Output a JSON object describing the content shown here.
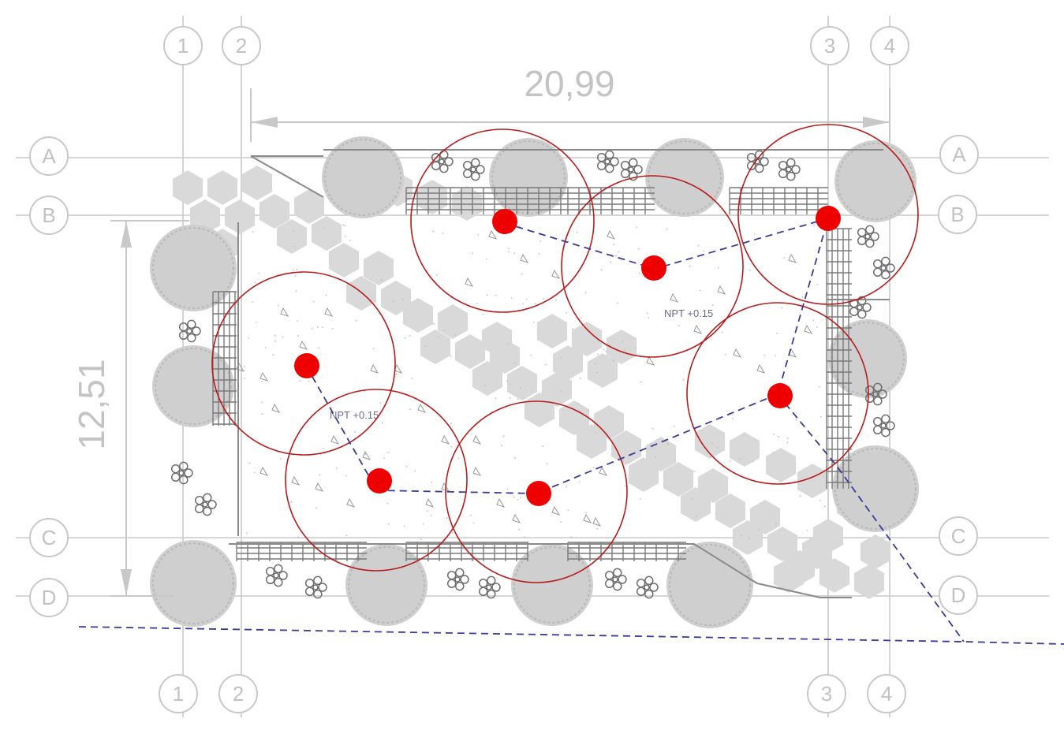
{
  "grid": {
    "columns": [
      "1",
      "2",
      "3",
      "4"
    ],
    "rows": [
      "A",
      "B",
      "C",
      "D"
    ]
  },
  "dimensions": {
    "width_label": "20,99",
    "height_label": "12,51"
  },
  "level_labels": [
    "NPT +0.15",
    "NPT +0.15"
  ],
  "colors": {
    "coverage_circle": "#b71c1c",
    "sensor_point": "#ee0000",
    "connection_line": "#3a3a9a",
    "grid": "#c8c8c8",
    "paver": "#d9d9d9",
    "tree": "#cfcfcf"
  },
  "legend_icons": [
    "tree-icon",
    "shrub-icon",
    "paver-icon",
    "sensor-icon"
  ]
}
